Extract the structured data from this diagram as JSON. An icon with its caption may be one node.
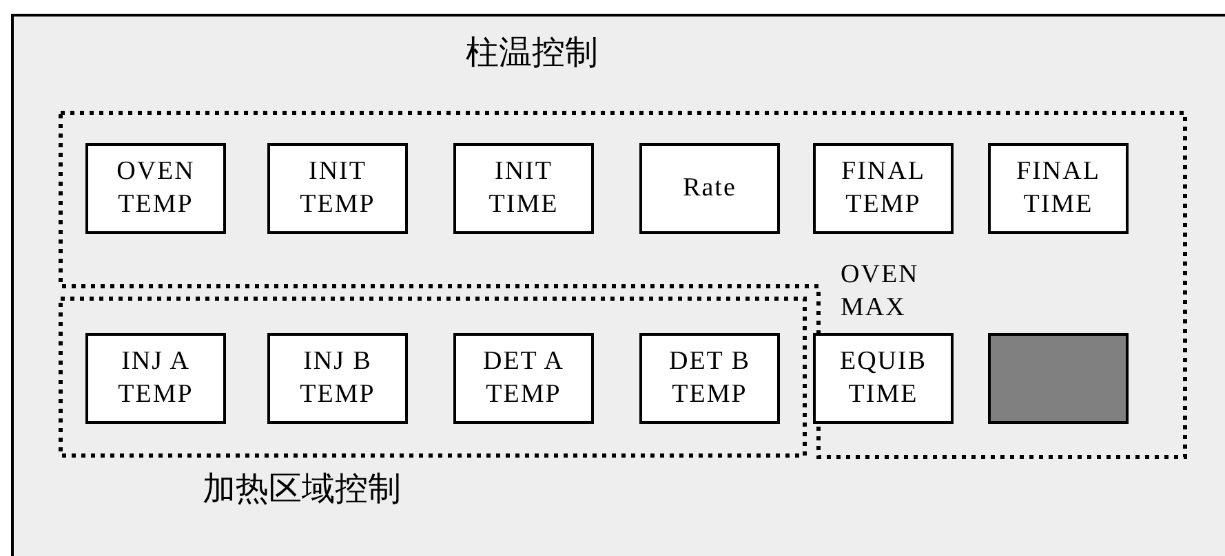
{
  "diagram": {
    "nodes": [
      {
        "text": [],
        "shape": "box"
      },
      {
        "text": [
          "柱温控制"
        ],
        "in": 0
      },
      {
        "text": [
          "OVEN TEMP"
        ],
        "in": 1
      },
      {
        "text": [
          "INIT TEMP"
        ],
        "in": 1
      },
      {
        "text": [
          "INIT TIME"
        ],
        "in": 1
      },
      {
        "text": [
          "Rate"
        ],
        "in": 1
      },
      {
        "text": [
          "FINAL TEMP"
        ],
        "in": 1
      },
      {
        "text": [
          "FINAL TIME"
        ],
        "in": 1
      },
      {
        "text": [
          "加热区域控制"
        ],
        "in": 0
      },
      {
        "text": [
          "INJ A TEMP"
        ],
        "in": 8
      },
      {
        "text": [
          "INJ B TEMP"
        ],
        "in": 8
      },
      {
        "text": [
          "DET A TEMP"
        ],
        "in": 8
      },
      {
        "text": [
          "DET B TEMP"
        ],
        "in": 8
      },
      {
        "text": [
          "EQUIB TIME"
        ],
        "in": 1,
        "beside": [
          "OVEN MAX"
        ]
      },
      {
        "text": [],
        "shape": "box",
        "in": 1
      }
    ],
    "edges": []
  }
}
